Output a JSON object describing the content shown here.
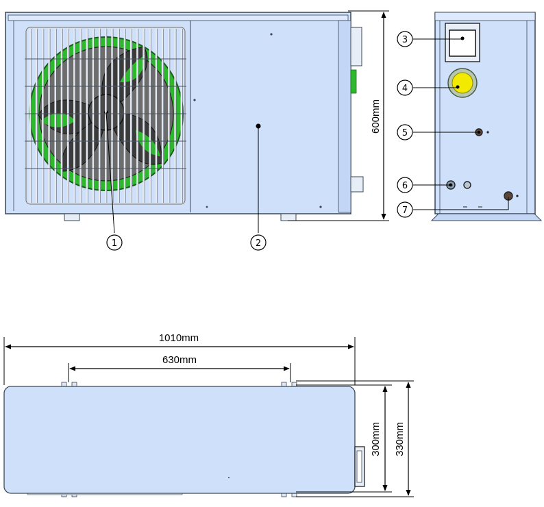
{
  "dimensions": {
    "height": "600mm",
    "length": "1010mm",
    "mount_spacing": "630mm",
    "depth_inner": "300mm",
    "depth_outer": "330mm"
  },
  "callouts": [
    "1",
    "2",
    "3",
    "4",
    "5",
    "6",
    "7"
  ],
  "colors": {
    "panel_fill": "#cfe0fb",
    "panel_stroke": "#3b4756",
    "fan_green": "#2eb82e",
    "fan_blade": "#3b3b3b",
    "knob_yellow": "#f2ea00",
    "line": "#000000"
  }
}
